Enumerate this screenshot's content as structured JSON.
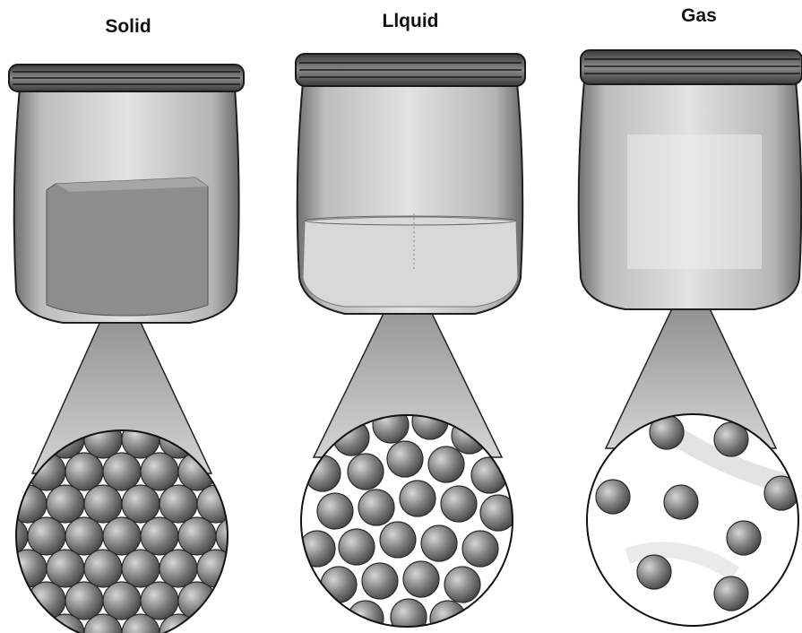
{
  "diagram": {
    "panels": [
      {
        "state": "solid",
        "label": "Solid"
      },
      {
        "state": "liquid",
        "label": "Llquid"
      },
      {
        "state": "gas",
        "label": "Gas"
      }
    ]
  },
  "colors": {
    "outline": "#111111",
    "jar_glass": "#cfcfcf",
    "jar_shadow": "#7a7a7a",
    "lid": "#5a5a5a",
    "contents": "#9a9a9a",
    "particle": "#6e6e6e",
    "particle_highlight": "#cfcfcf",
    "cone": "#b3b3b3",
    "background": "#ffffff"
  }
}
